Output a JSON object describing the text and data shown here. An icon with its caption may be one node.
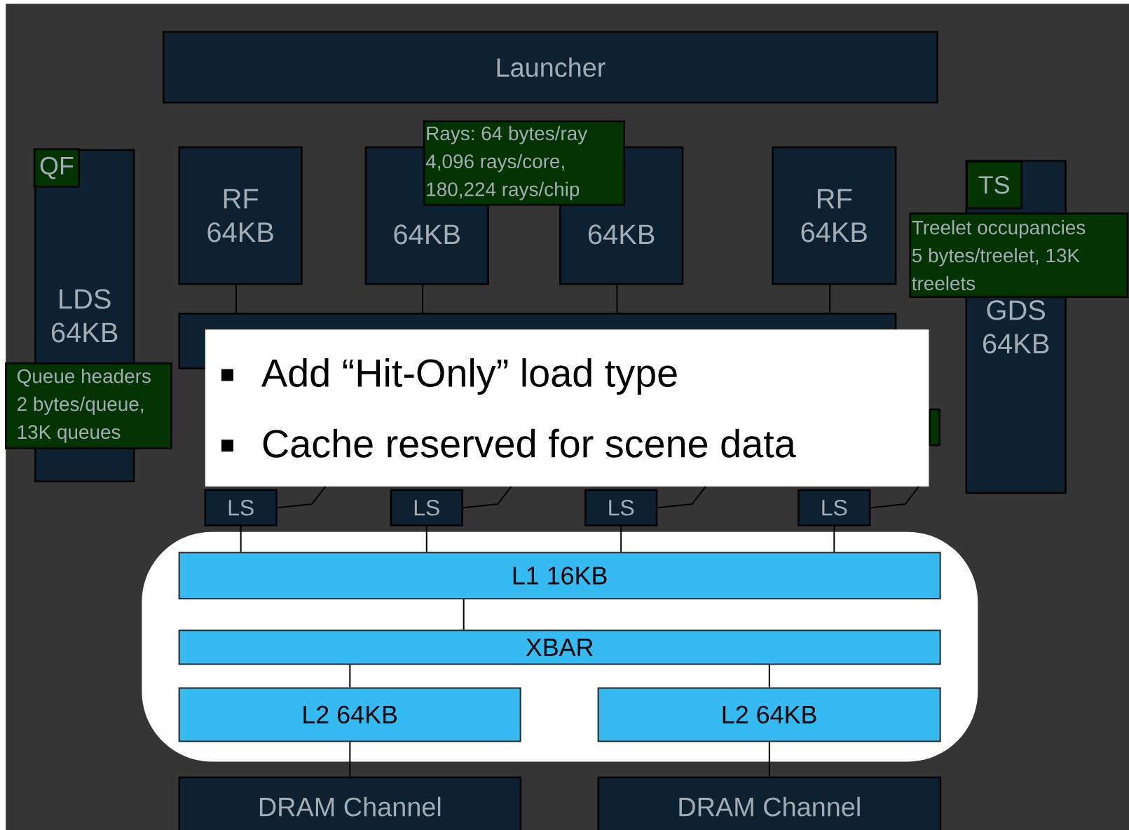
{
  "diagram": {
    "nodes": [
      {
        "text": [
          "Launcher"
        ]
      },
      {
        "text": [
          "LDS 64KB"
        ]
      },
      {
        "text": [
          "QF"
        ],
        "in": 1
      },
      {
        "text": [
          "RF 64KB"
        ]
      },
      {
        "text": [
          "64KB"
        ]
      },
      {
        "text": [
          "Rays: 64 bytes/ray 4,096 rays/core, 180,224 rays/chip"
        ]
      },
      {
        "text": [
          "64KB"
        ]
      },
      {
        "text": [
          "RF 64KB"
        ]
      },
      {
        "text": [
          "GDS 64KB"
        ]
      },
      {
        "text": [
          "TS"
        ],
        "in": 8
      },
      {
        "text": [
          "Treelet occupancies 5 bytes/treelet, 13K treelets"
        ]
      },
      {
        "text": [],
        "shape": "bar"
      },
      {
        "text": [
          "Queue headers 2 bytes/queue, 13K queues"
        ]
      },
      {
        "text": [],
        "shape": "box"
      },
      {
        "text": [
          "Add “Hit-Only” load type",
          "Cache reserved for scene data"
        ]
      },
      {
        "text": [
          "LS"
        ]
      },
      {
        "text": [
          "LS"
        ]
      },
      {
        "text": [
          "LS"
        ]
      },
      {
        "text": [
          "LS"
        ]
      },
      {
        "text": [],
        "shape": "box"
      },
      {
        "text": [
          "L1 16KB"
        ],
        "in": 19
      },
      {
        "text": [
          "XBAR"
        ],
        "in": 19
      },
      {
        "text": [
          "L2 64KB"
        ],
        "in": 19
      },
      {
        "text": [
          "L2 64KB"
        ],
        "in": 19
      },
      {
        "text": [
          "DRAM Channel"
        ]
      },
      {
        "text": [
          "DRAM Channel"
        ]
      }
    ],
    "edges": [
      {
        "from": 3,
        "to": 11,
        "arrow": "none"
      },
      {
        "from": 4,
        "to": 11,
        "arrow": "none"
      },
      {
        "from": 6,
        "to": 11,
        "arrow": "none"
      },
      {
        "from": 7,
        "to": 11,
        "arrow": "none"
      },
      {
        "from": 15,
        "to": 20,
        "arrow": "none"
      },
      {
        "from": 16,
        "to": 20,
        "arrow": "none"
      },
      {
        "from": 17,
        "to": 20,
        "arrow": "none"
      },
      {
        "from": 18,
        "to": 20,
        "arrow": "none"
      },
      {
        "from": 20,
        "to": 21,
        "arrow": "none"
      },
      {
        "from": 21,
        "to": 22,
        "arrow": "none"
      },
      {
        "from": 21,
        "to": 23,
        "arrow": "none"
      },
      {
        "from": 22,
        "to": 24,
        "arrow": "none"
      },
      {
        "from": 23,
        "to": 25,
        "arrow": "none"
      },
      {
        "from": 15,
        "to": 14,
        "arrow": "none"
      },
      {
        "from": 16,
        "to": 14,
        "arrow": "none"
      },
      {
        "from": 17,
        "to": 14,
        "arrow": "none"
      },
      {
        "from": 18,
        "to": 14,
        "arrow": "none"
      }
    ]
  }
}
